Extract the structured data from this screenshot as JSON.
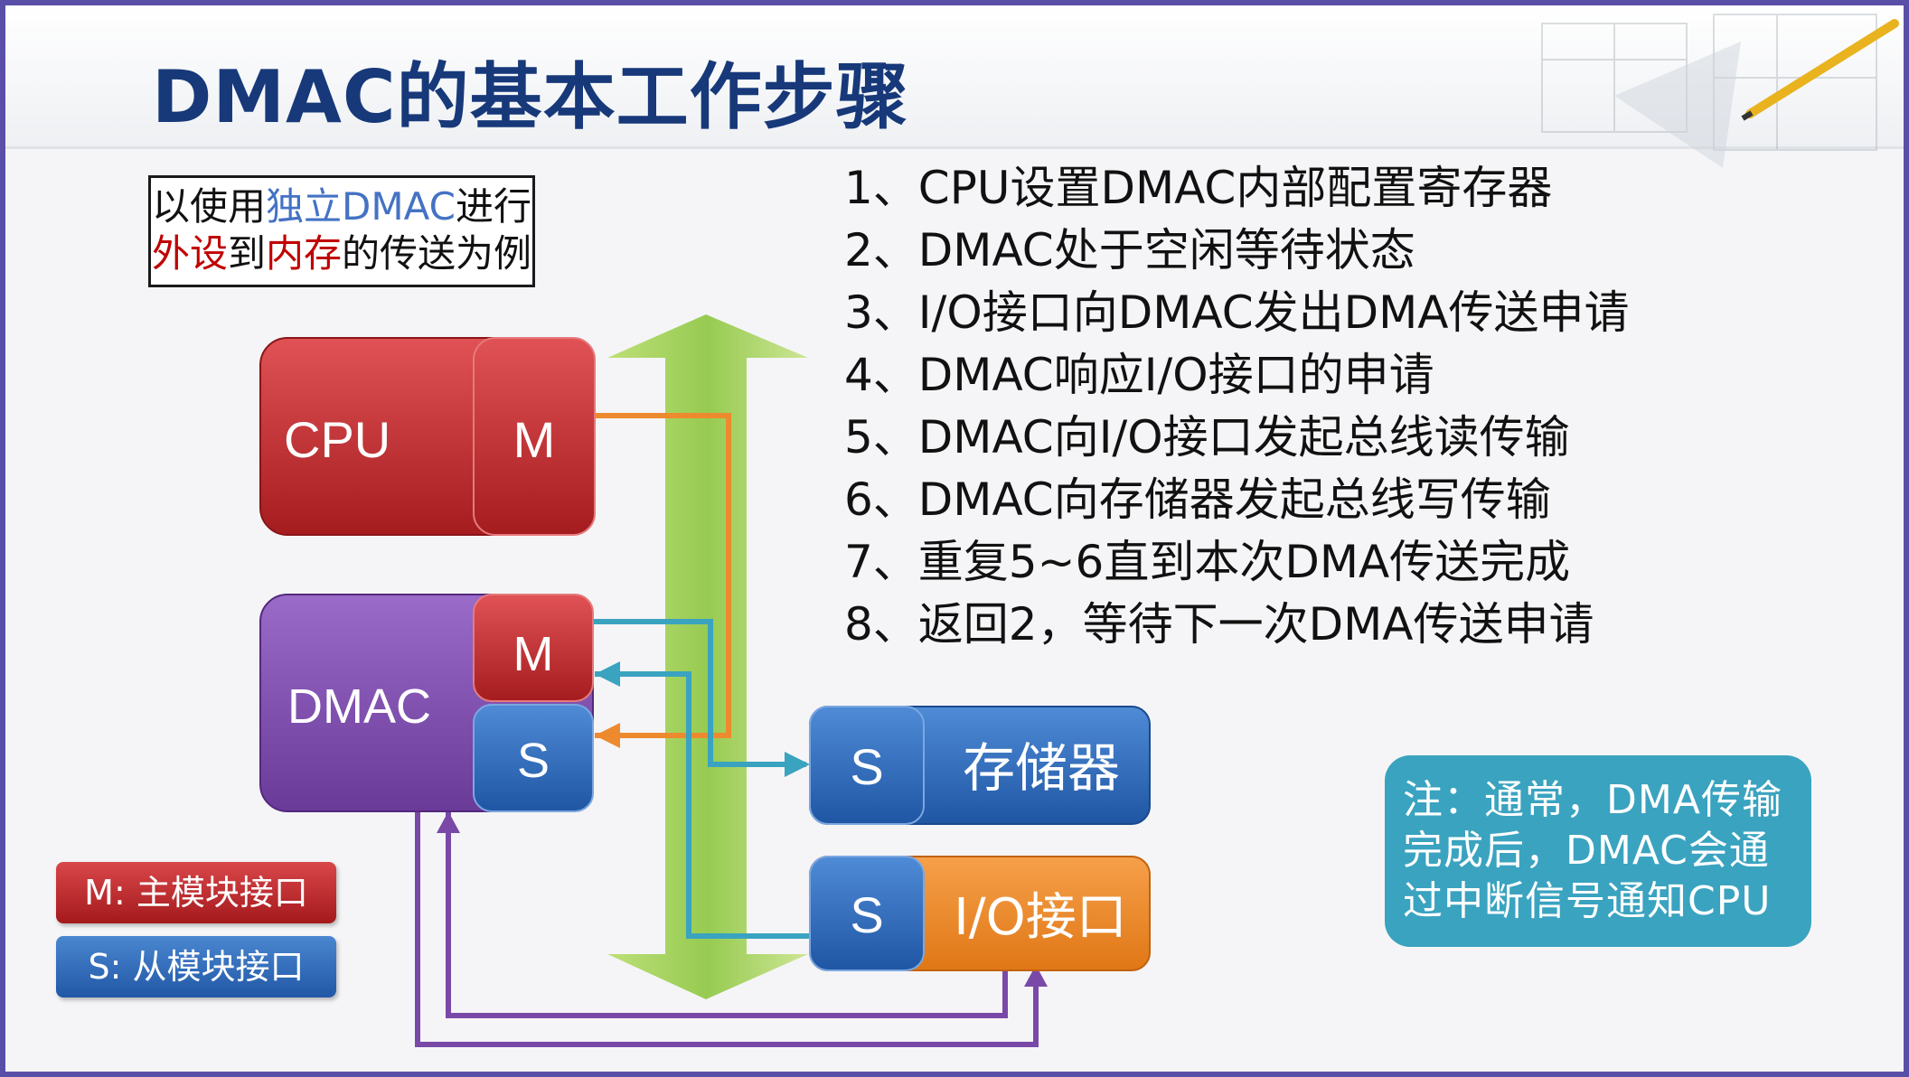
{
  "title": "DMAC的基本工作步骤",
  "example_note": {
    "p1": "以使用",
    "p2": "独立DMAC",
    "p3": "进行",
    "p4": "外设",
    "p5": "到",
    "p6": "内存",
    "p7": "的传送为例"
  },
  "blocks": {
    "cpu": "CPU",
    "cpu_m": "M",
    "dmac": "DMAC",
    "dmac_m": "M",
    "dmac_s": "S",
    "mem_s": "S",
    "memory": "存储器",
    "io_s": "S",
    "io": "I/O接口"
  },
  "steps": [
    "1、CPU设置DMAC内部配置寄存器",
    "2、DMAC处于空闲等待状态",
    "3、I/O接口向DMAC发出DMA传送申请",
    "4、DMAC响应I/O接口的申请",
    "5、DMAC向I/O接口发起总线读传输",
    "6、DMAC向存储器发起总线写传输",
    "7、重复5~6直到本次DMA传送完成",
    "8、返回2，等待下一次DMA传送申请"
  ],
  "remark": "注：通常，DMA传输完成后，DMAC会通过中断信号通知CPU",
  "legend": {
    "m": "M: 主模块接口",
    "s": "S: 从模块接口"
  },
  "colors": {
    "title": "#17397a",
    "red": "#c0282b",
    "blue": "#2f67b8",
    "purple": "#7a49a8",
    "orange": "#ee8a2e",
    "teal": "#3aa3c0",
    "bus": "#8cc63f"
  }
}
